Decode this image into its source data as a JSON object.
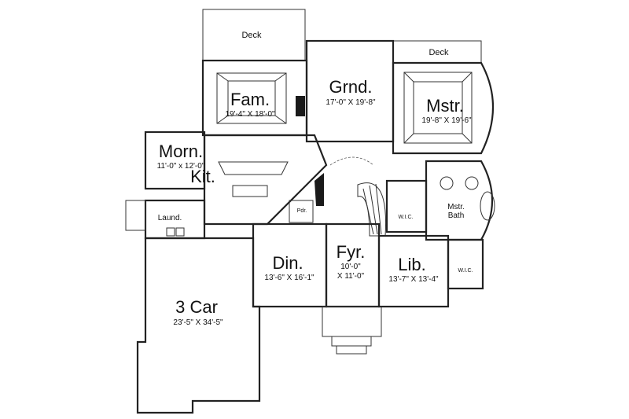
{
  "rooms": {
    "deck_left": {
      "name": "Deck"
    },
    "deck_right": {
      "name": "Deck"
    },
    "family": {
      "name": "Fam.",
      "dims": "19'-4\" X 18'-0\""
    },
    "grand": {
      "name": "Grnd.",
      "dims": "17'-0\" X 19'-8\""
    },
    "master": {
      "name": "Mstr.",
      "dims": "19'-8\" X 19'-6\""
    },
    "morning": {
      "name": "Morn.",
      "dims": "11'-0\" x 12'-0\""
    },
    "kitchen": {
      "name": "Kit."
    },
    "laundry": {
      "name": "Laund."
    },
    "powder": {
      "name": "Pdr."
    },
    "wic_left": {
      "name": "W.I.C."
    },
    "master_bath": {
      "name": "Mstr.\nBath",
      "line1": "Mstr.",
      "line2": "Bath"
    },
    "wic_right": {
      "name": "W.I.C."
    },
    "dining": {
      "name": "Din.",
      "dims": "13'-6\" X 16'-1\""
    },
    "foyer": {
      "name": "Fyr.",
      "dims_line1": "10'-0\"",
      "dims_line2": "X 11'-0\""
    },
    "library": {
      "name": "Lib.",
      "dims": "13'-7\" X 13'-4\""
    },
    "garage": {
      "name": "3 Car",
      "dims": "23'-5\" X 34'-5\""
    }
  },
  "colors": {
    "wall": "#222222",
    "background": "#ffffff"
  }
}
